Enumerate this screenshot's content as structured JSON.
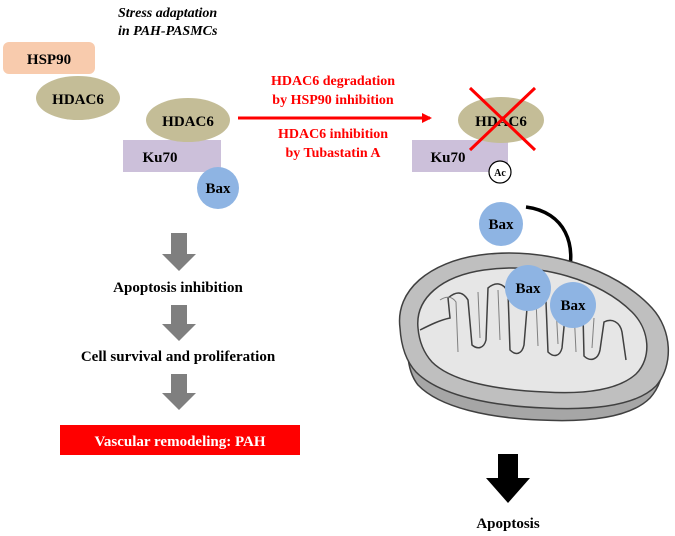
{
  "header": {
    "line1": "Stress adaptation",
    "line2": "in PAH-PASMCs"
  },
  "left_complex": {
    "hsp90": "HSP90",
    "hdac6_free": "HDAC6",
    "hdac6": "HDAC6",
    "ku70": "Ku70",
    "bax": "Bax"
  },
  "arrow_text": {
    "line1": "HDAC6 degradation",
    "line2": "by HSP90 inhibition",
    "line3": "HDAC6 inhibition",
    "line4": "by Tubastatin A"
  },
  "right_complex": {
    "hdac6": "HDAC6",
    "ku70": "Ku70",
    "acetyl": "Ac",
    "bax_free": "Bax",
    "bax_mito1": "Bax",
    "bax_mito2": "Bax"
  },
  "left_path": {
    "step1": "Apoptosis inhibition",
    "step2": "Cell survival and proliferation",
    "outcome": "Vascular remodeling: PAH"
  },
  "right_path": {
    "outcome": "Apoptosis"
  },
  "colors": {
    "hsp90": "#F8CBAD",
    "hdac6": "#C4BD97",
    "ku70": "#CCC0DA",
    "bax": "#8EB4E3",
    "red": "#FF0000",
    "arrow_gray": "#7F7F7F",
    "mito_fill": "#BFBFBF",
    "mito_inner": "#E6E6E6"
  }
}
